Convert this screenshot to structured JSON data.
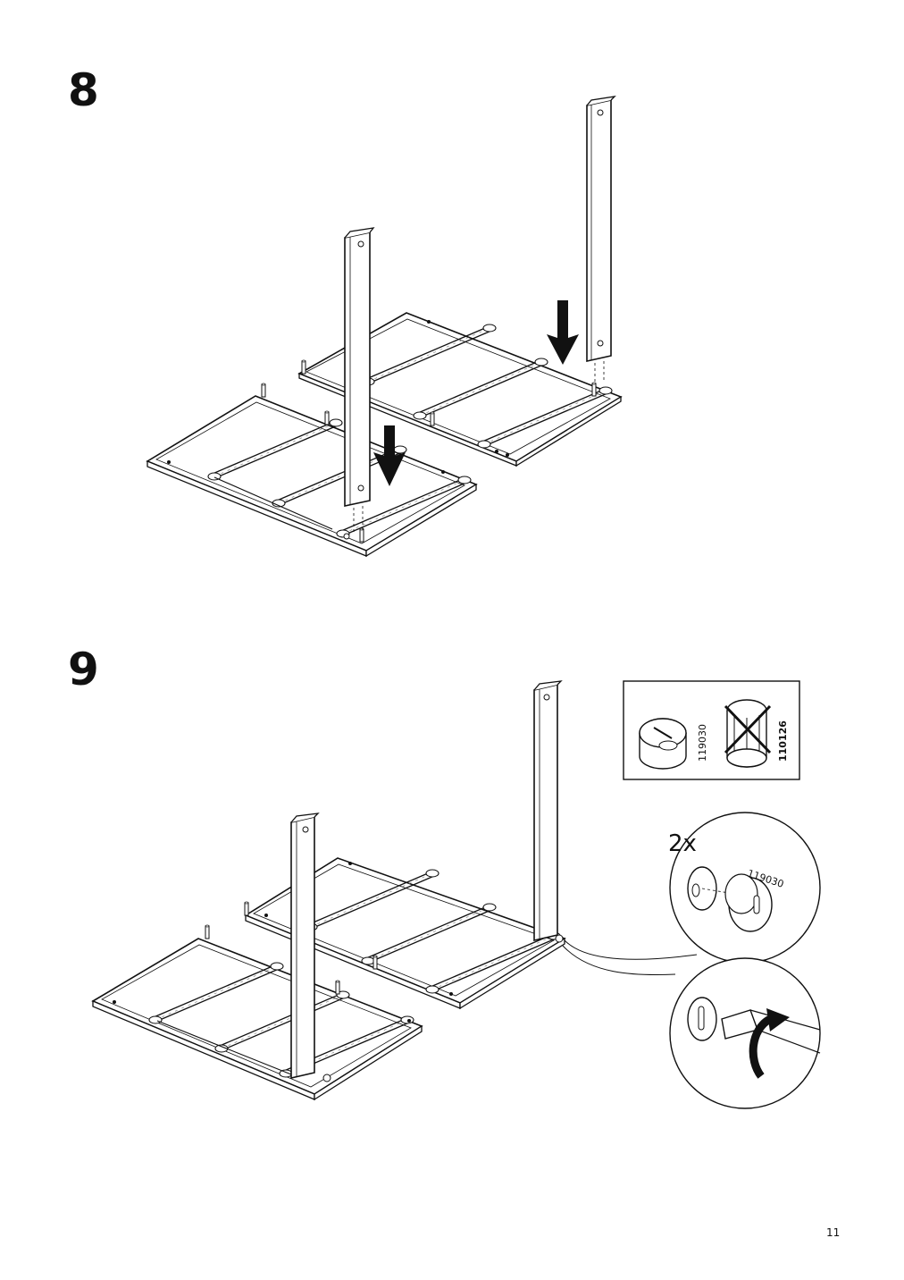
{
  "steps": [
    {
      "number": "8"
    },
    {
      "number": "9",
      "quantity": "2x",
      "part_code": "119030",
      "parts_box": {
        "correct_code": "119030",
        "wrong_code": "110126"
      }
    }
  ],
  "page_number": "11",
  "icons": [
    "arrow-down-icon",
    "rotate-clockwise-icon",
    "crossed-out-icon"
  ]
}
